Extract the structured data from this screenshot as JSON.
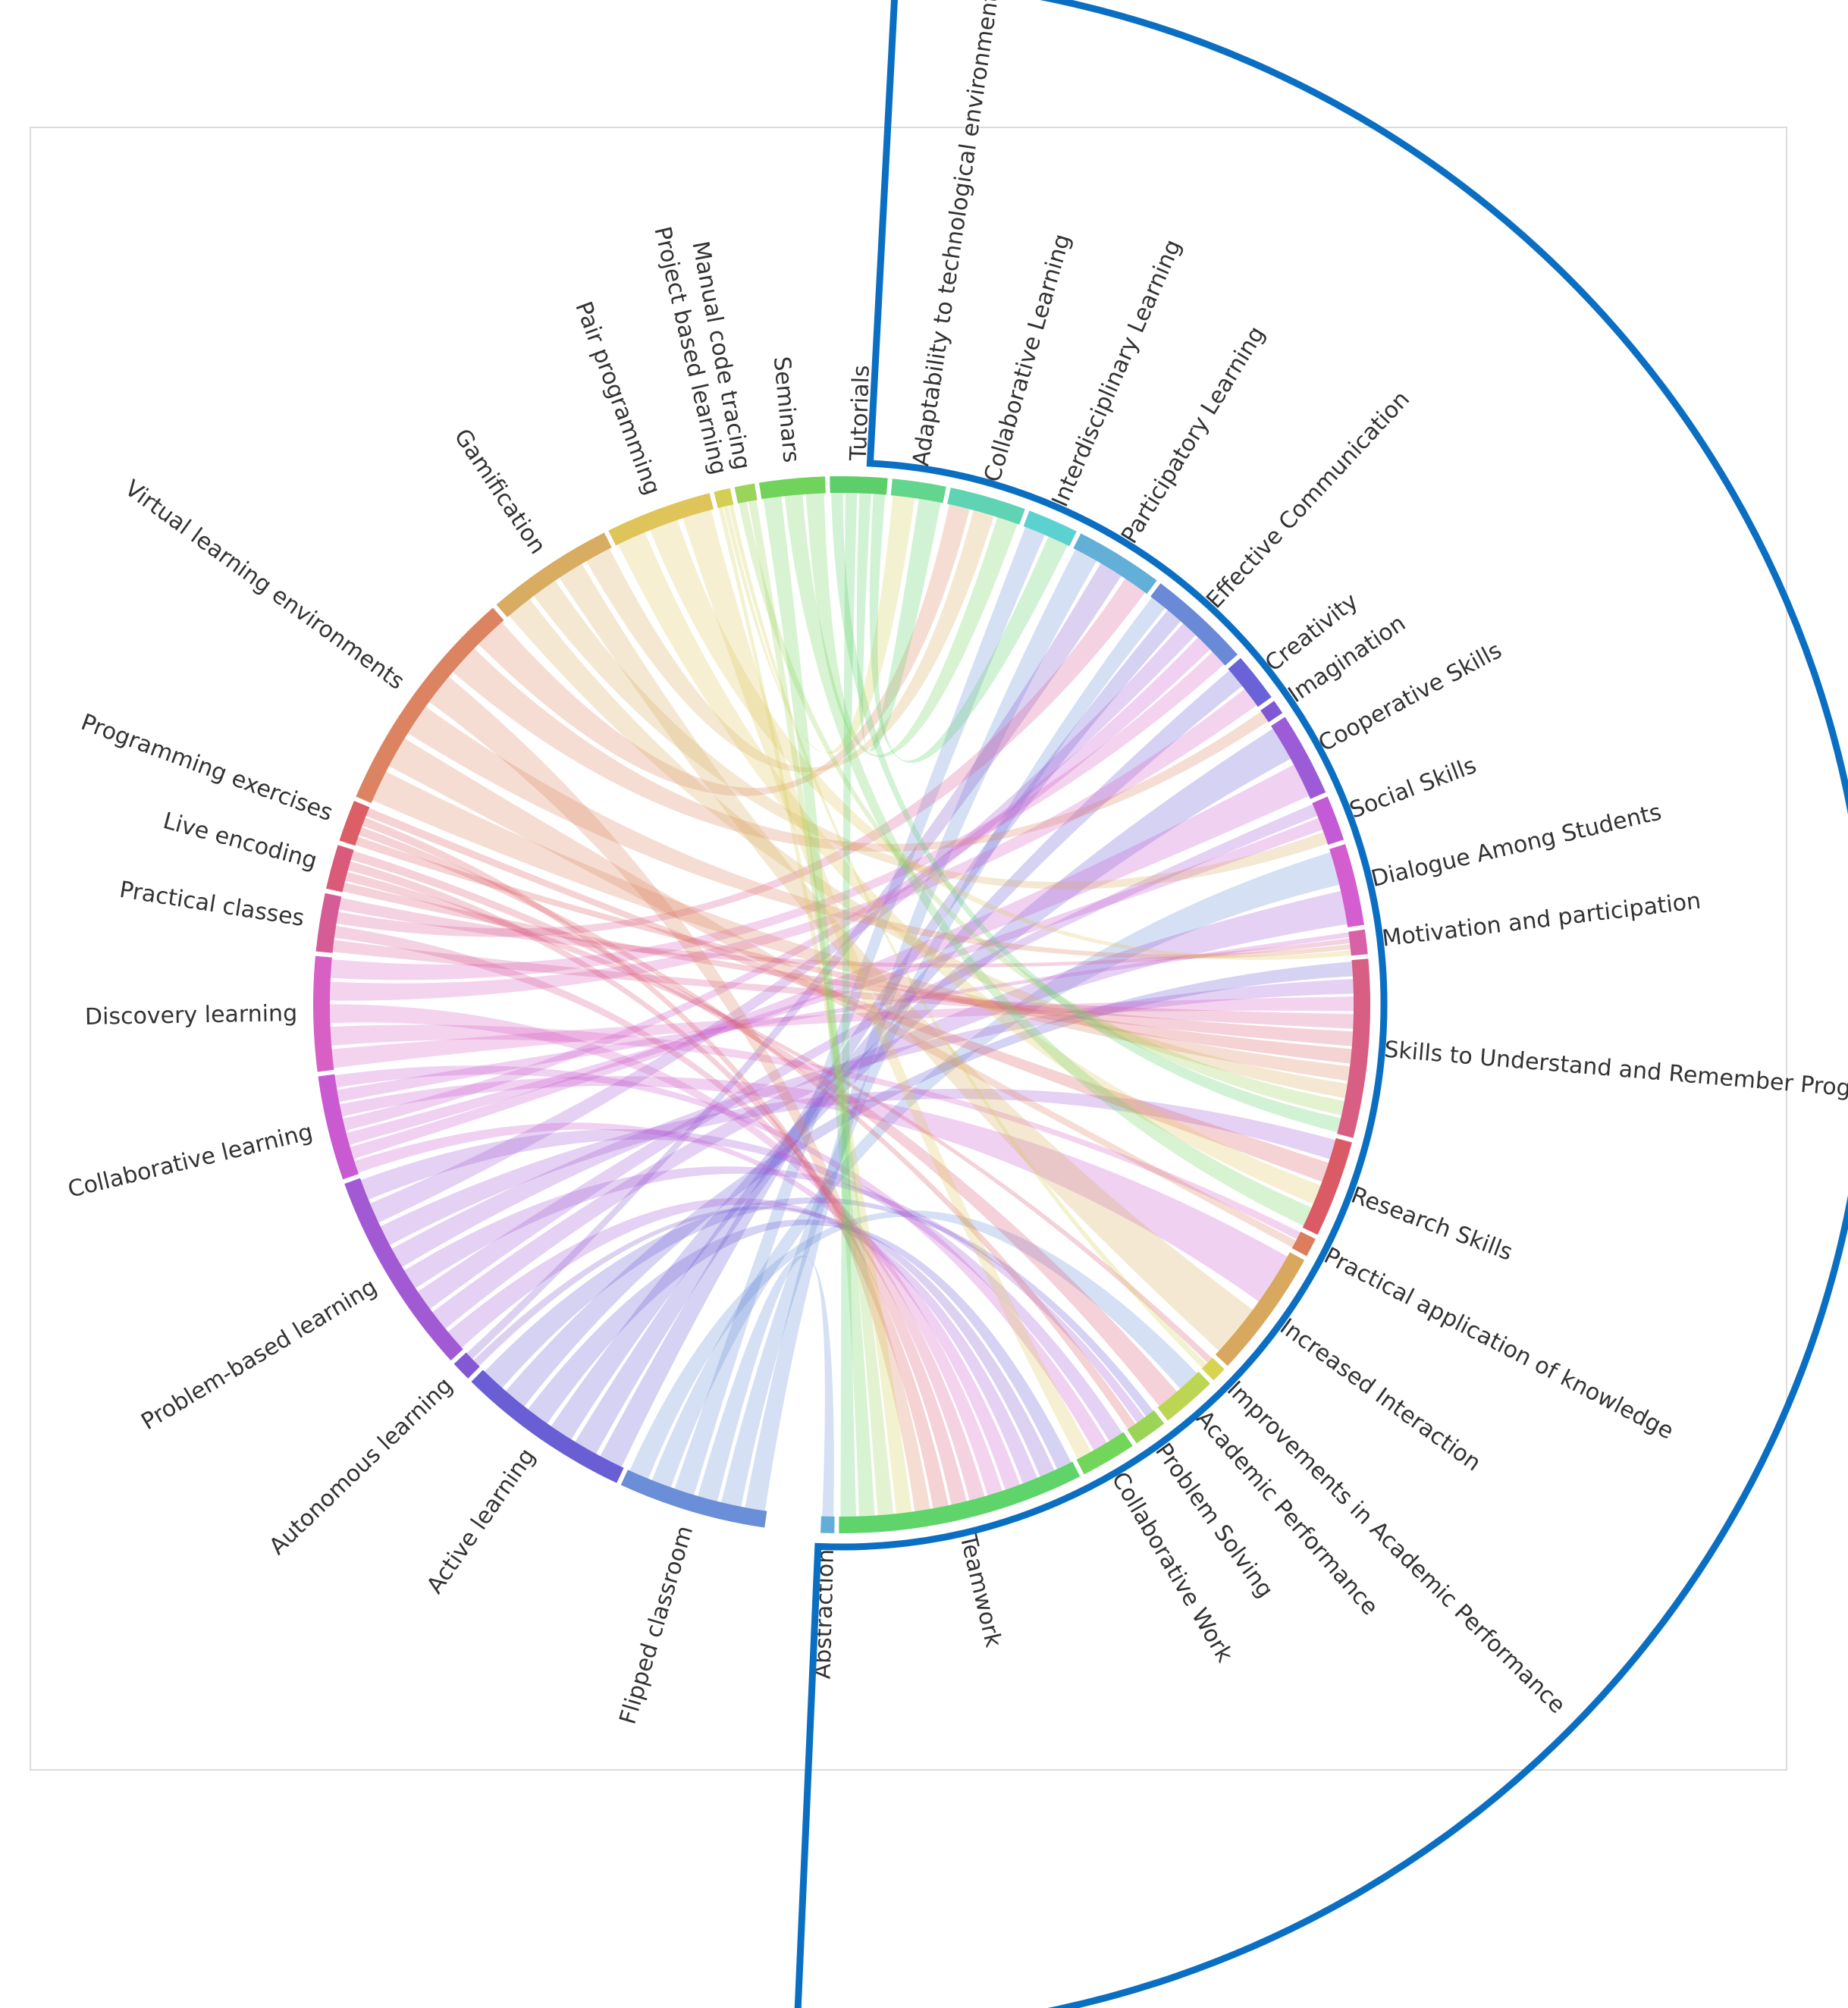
{
  "diagram": {
    "type": "chord",
    "left_nodes": [
      {
        "label": "Tutorials",
        "color": "#5ccf6b"
      },
      {
        "label": "Seminars",
        "color": "#6fd35c"
      },
      {
        "label": "Manual code tracing",
        "color": "#9ad45a"
      },
      {
        "label": "Project based learning",
        "color": "#d3cf55"
      },
      {
        "label": "Pair programming",
        "color": "#dfc45a"
      },
      {
        "label": "Gamification",
        "color": "#d8ad62"
      },
      {
        "label": "Virtual learning environments",
        "color": "#dc8462"
      },
      {
        "label": "Programming exercises",
        "color": "#dc5f66"
      },
      {
        "label": "Live encoding",
        "color": "#da5a7a"
      },
      {
        "label": "Practical classes",
        "color": "#d65c96"
      },
      {
        "label": "Discovery learning",
        "color": "#d860c4"
      },
      {
        "label": "Collaborative learning",
        "color": "#c95ad2"
      },
      {
        "label": "Problem-based learning",
        "color": "#a25ad4"
      },
      {
        "label": "Autonomous learning",
        "color": "#8458d2"
      },
      {
        "label": "Active learning",
        "color": "#6a5ed4"
      },
      {
        "label": "Flipped classroom",
        "color": "#6a8ed8"
      }
    ],
    "right_nodes": [
      {
        "label": "Abstraction",
        "color": "#62aed8"
      },
      {
        "label": "Teamwork",
        "color": "#5ed46a"
      },
      {
        "label": "Collaborative Work",
        "color": "#72d65a"
      },
      {
        "label": "Problem Solving",
        "color": "#9cd458"
      },
      {
        "label": "Academic Performance",
        "color": "#bcd654"
      },
      {
        "label": "Improvements in Academic Performance",
        "color": "#d8d450"
      },
      {
        "label": "Increased Interaction",
        "color": "#d8a85e"
      },
      {
        "label": "Practical application of knowledge",
        "color": "#dc7e5e"
      },
      {
        "label": "Research Skills",
        "color": "#da5a66"
      },
      {
        "label": "Skills to Understand and Remember Programming Concepts",
        "color": "#d85e84"
      },
      {
        "label": "Motivation and participation",
        "color": "#d862a8"
      },
      {
        "label": "Dialogue Among Students",
        "color": "#d45ed0"
      },
      {
        "label": "Social Skills",
        "color": "#c45ad6"
      },
      {
        "label": "Cooperative Skills",
        "color": "#9c5cd8"
      },
      {
        "label": "Imagination",
        "color": "#8058d4"
      },
      {
        "label": "Creativity",
        "color": "#6a62d6"
      },
      {
        "label": "Effective Communication",
        "color": "#6a8ad8"
      },
      {
        "label": "Participatory Learning",
        "color": "#62b0d8"
      },
      {
        "label": "Interdisciplinary Learning",
        "color": "#5cd2d0"
      },
      {
        "label": "Collaborative Learning",
        "color": "#5ed4b4"
      },
      {
        "label": "Adaptability to technological environments",
        "color": "#62d68c"
      }
    ]
  }
}
